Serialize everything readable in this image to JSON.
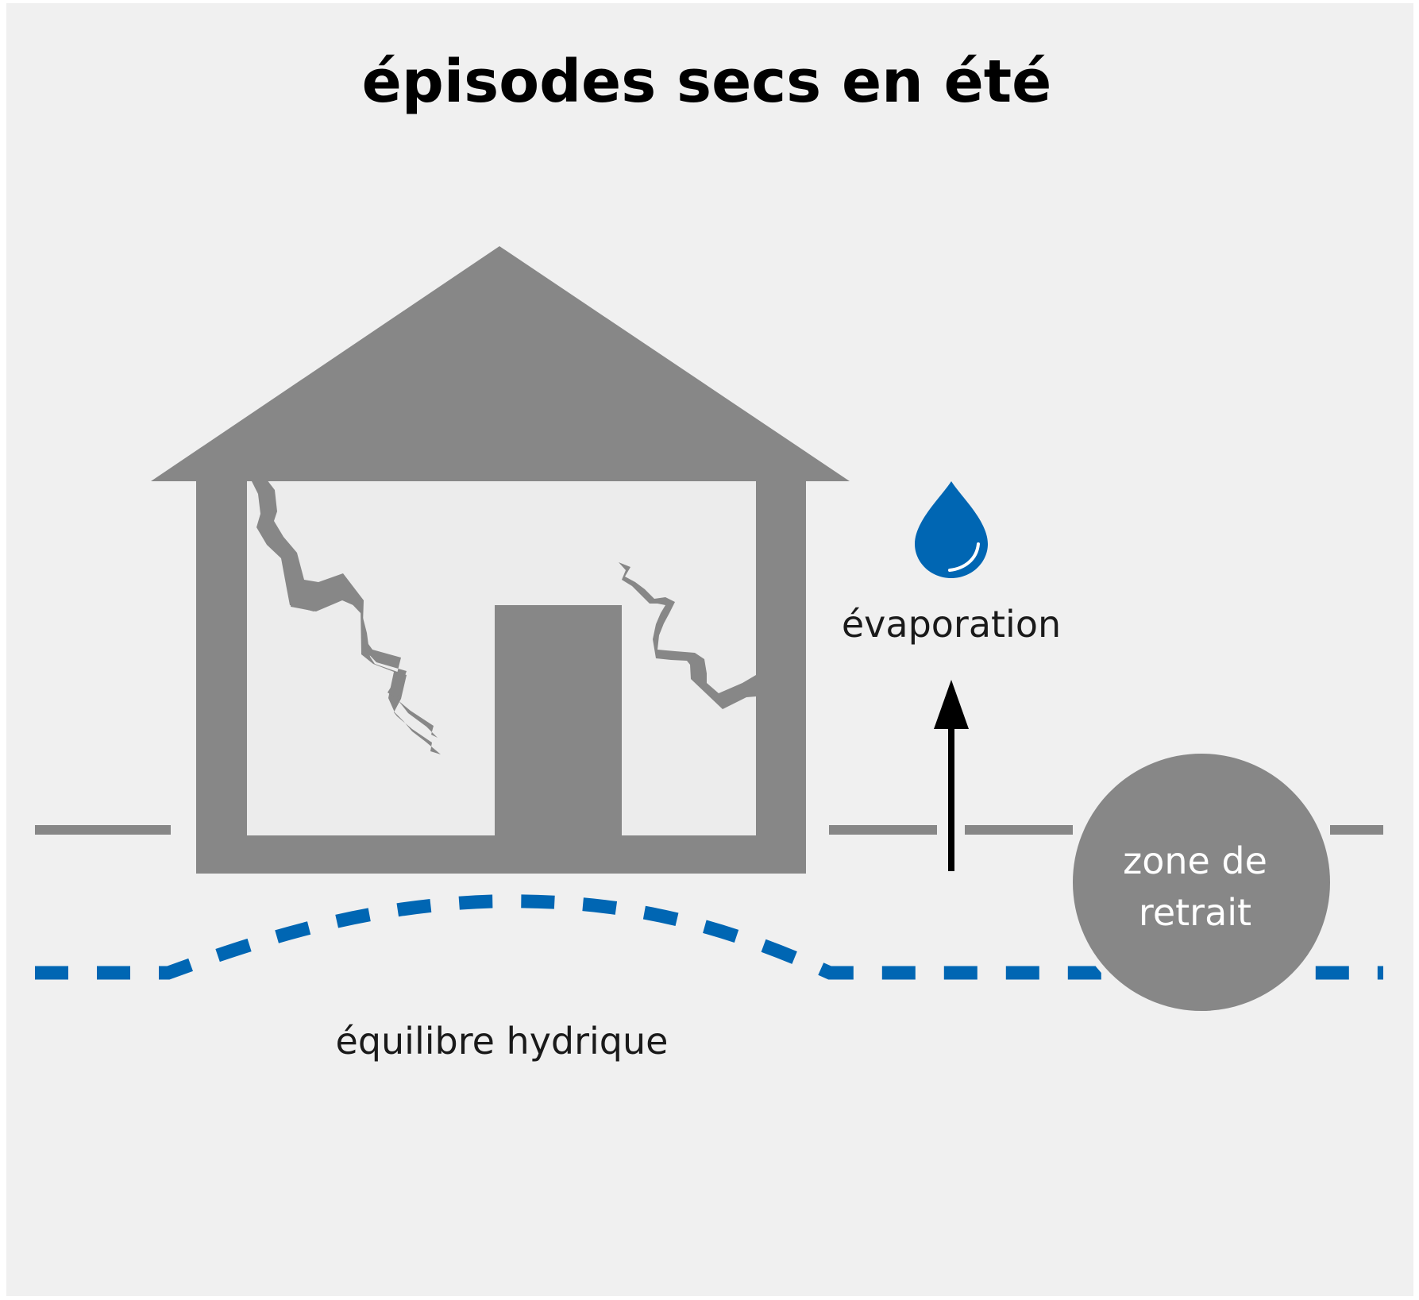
{
  "title": "épisodes secs en été",
  "labels": {
    "evaporation": "évaporation",
    "water_balance": "équilibre hydrique",
    "shrink_zone_line1": "zone de",
    "shrink_zone_line2": "retrait"
  },
  "icons": {
    "house": "house-icon",
    "water_drop": "water-drop-icon",
    "arrow_up": "arrow-up-icon"
  },
  "colors": {
    "background": "#f0f0f0",
    "gray": "#878787",
    "house_interior": "#ececec",
    "blue": "#0066b3",
    "text": "#1a1a1a",
    "title": "#000000",
    "zone_text": "#ffffff"
  }
}
